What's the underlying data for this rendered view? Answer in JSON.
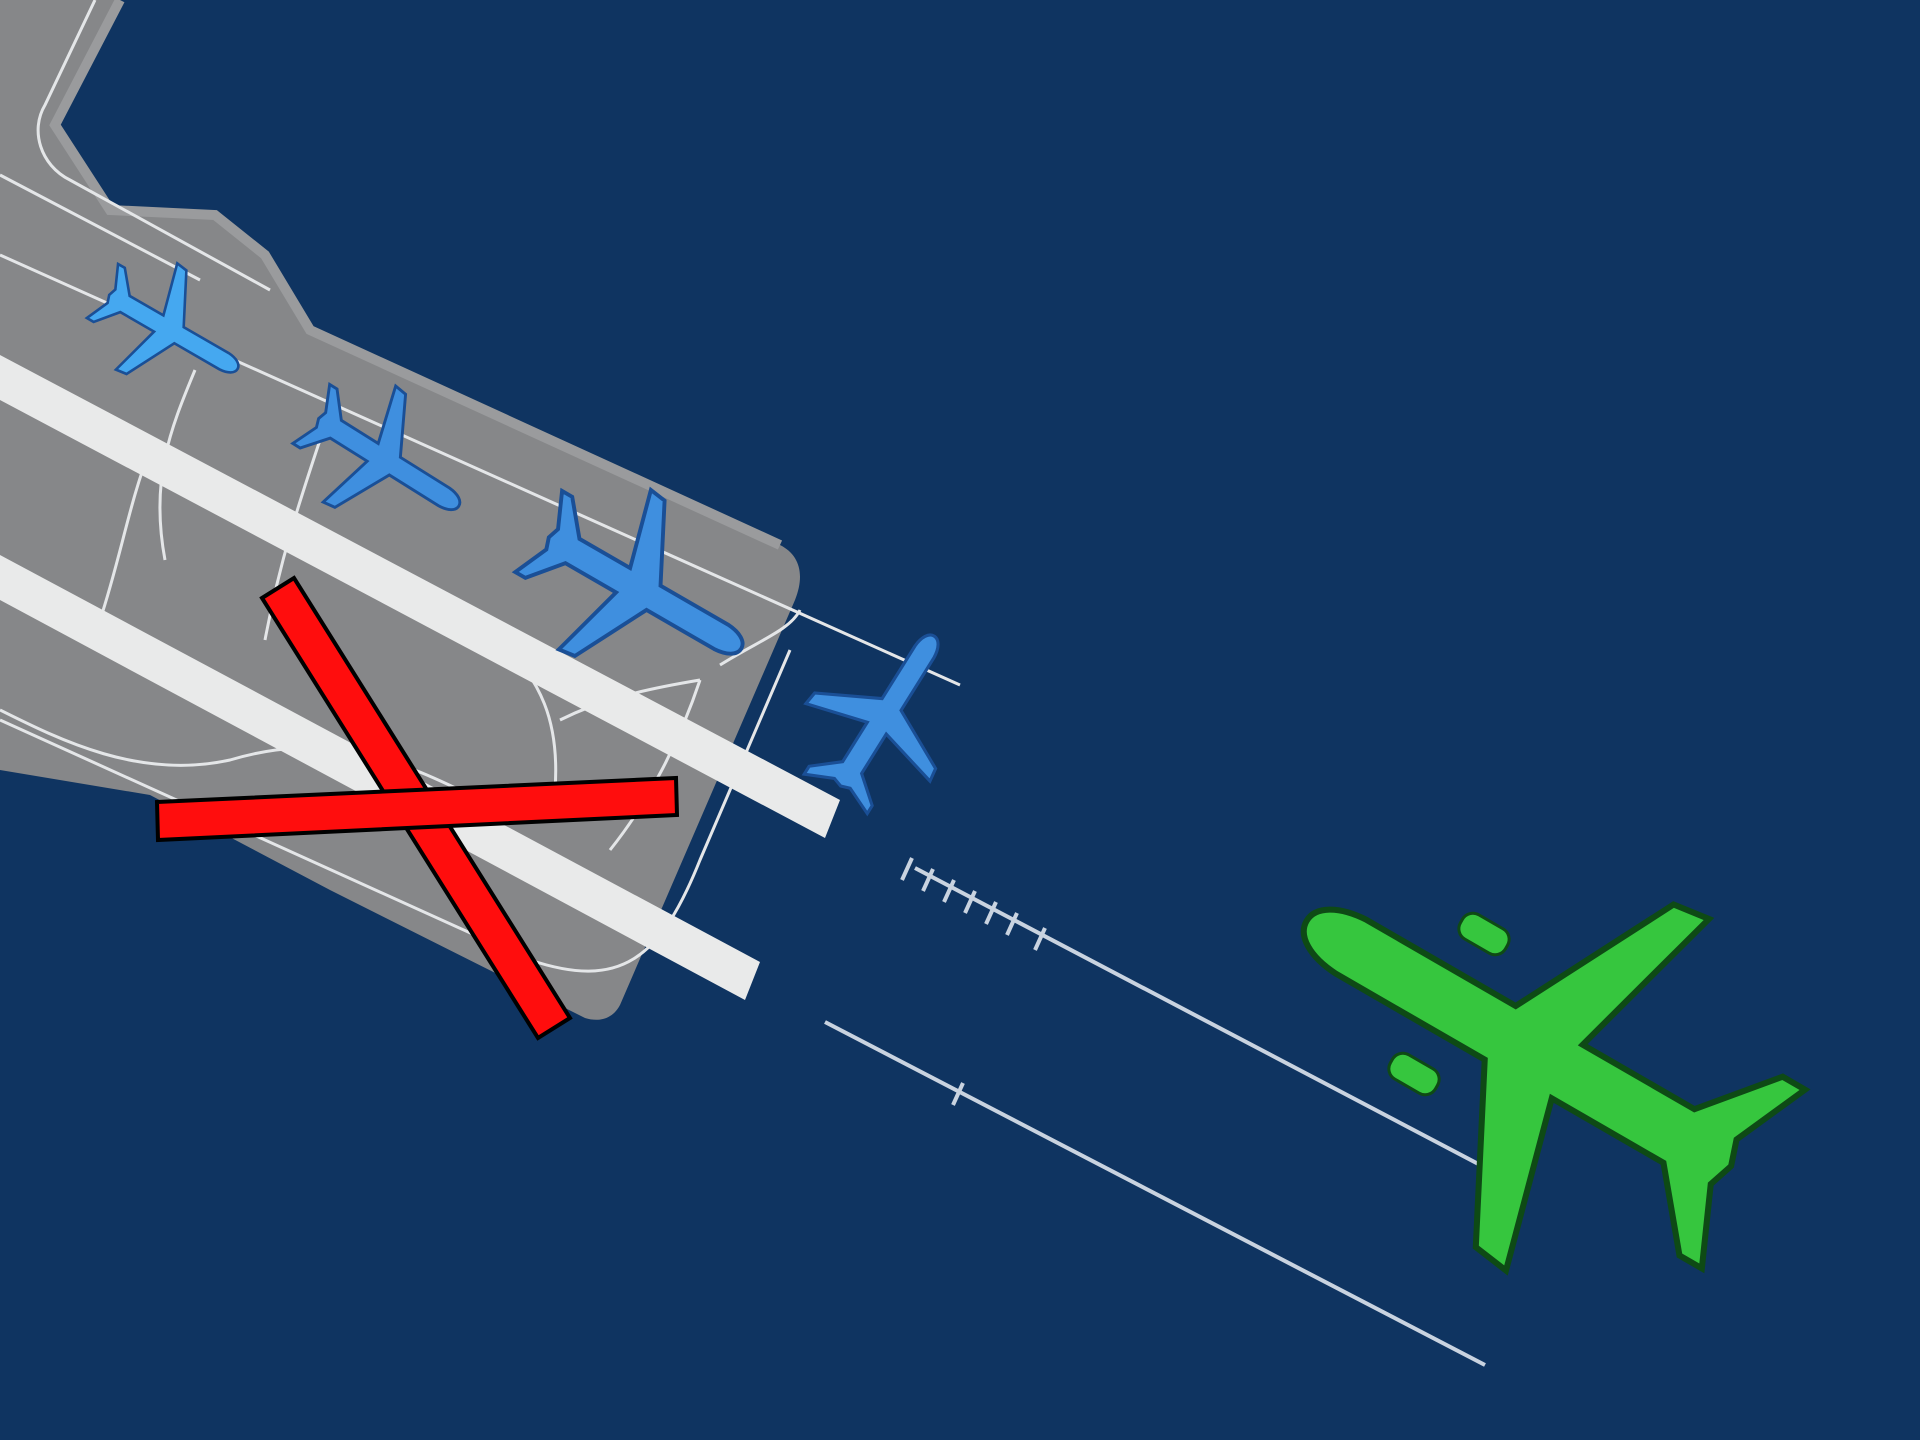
{
  "colors": {
    "water": "#0f3461",
    "airfield": "#868789",
    "airfield_edge": "#9a9b9d",
    "runway": "#e9eaea",
    "taxiway_line": "#e4e6e8",
    "approach_line": "#c9d3e0",
    "waiting_plane_light": "#45a8f0",
    "waiting_plane": "#3f8fdf",
    "waiting_plane_outline": "#1a4f96",
    "arriving_plane": "#36c63e",
    "arriving_plane_outline": "#0e4a15",
    "cross_mark": "#ff0d0d",
    "cross_outline": "#000000"
  },
  "icons": {
    "waiting_planes": [
      "airplane-icon",
      "airplane-icon",
      "airplane-icon",
      "airplane-icon"
    ],
    "arriving_plane": "airplane-icon",
    "closed_marker": "cross-icon"
  },
  "scene": {
    "runway_count": 2,
    "waiting_plane_count": 4,
    "arriving_plane_count": 1,
    "closed_runway": "lower runway"
  }
}
